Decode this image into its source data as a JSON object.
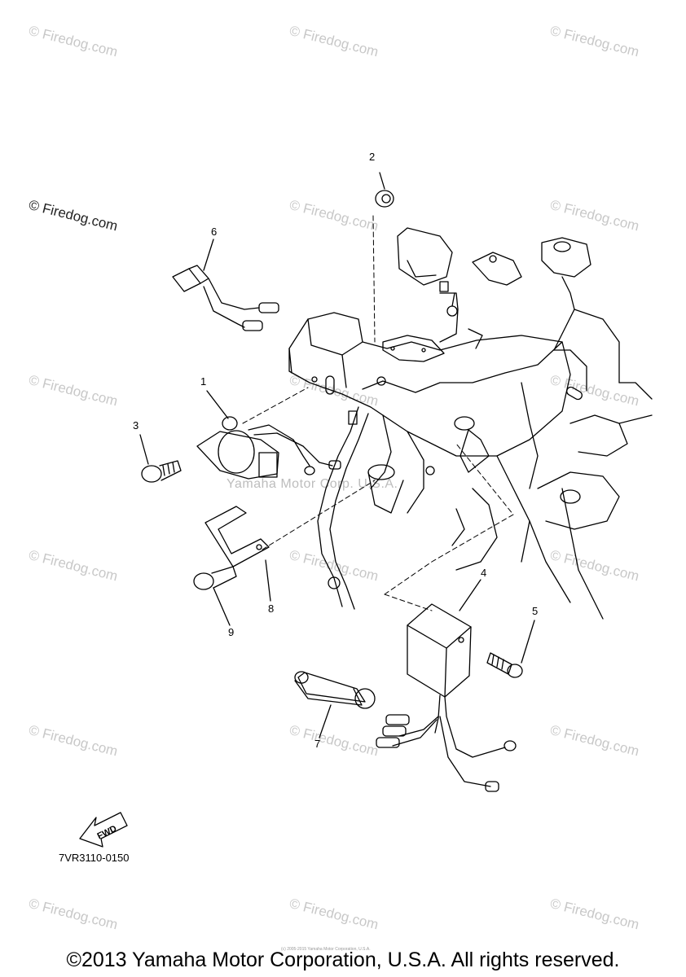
{
  "watermark": {
    "text": "© Firedog.com"
  },
  "callouts": [
    "1",
    "2",
    "3",
    "4",
    "5",
    "6",
    "7",
    "8",
    "9"
  ],
  "center_watermark": "Yamaha Motor Corp. U.S.A.",
  "fwd_label": "FWD",
  "diagram_code": "7VR3110-0150",
  "fine_print": "(c) 2005-2015 Yamaha Motor Corporation, U.S.A.",
  "footer": "©2013 Yamaha Motor Corporation, U.S.A. All rights reserved."
}
